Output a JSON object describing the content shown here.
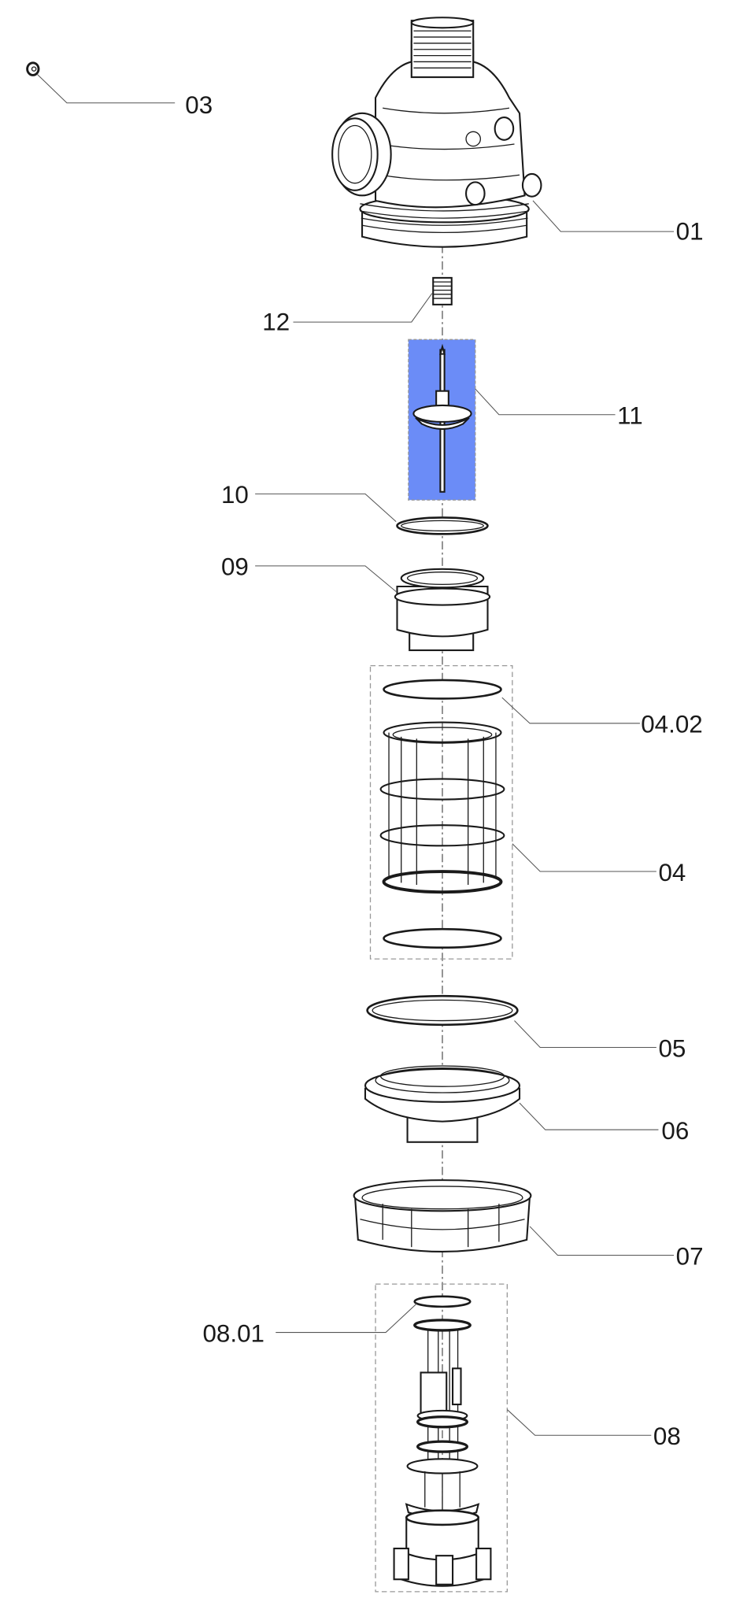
{
  "diagram": {
    "type": "exploded-parts-view",
    "highlight_color": "#6b8cf7",
    "labels": {
      "p03": "03",
      "p01": "01",
      "p12": "12",
      "p11": "11",
      "p10": "10",
      "p09": "09",
      "p0402": "04.02",
      "p04": "04",
      "p05": "05",
      "p06": "06",
      "p07": "07",
      "p0801": "08.01",
      "p08": "08"
    },
    "selected_part": "11"
  }
}
